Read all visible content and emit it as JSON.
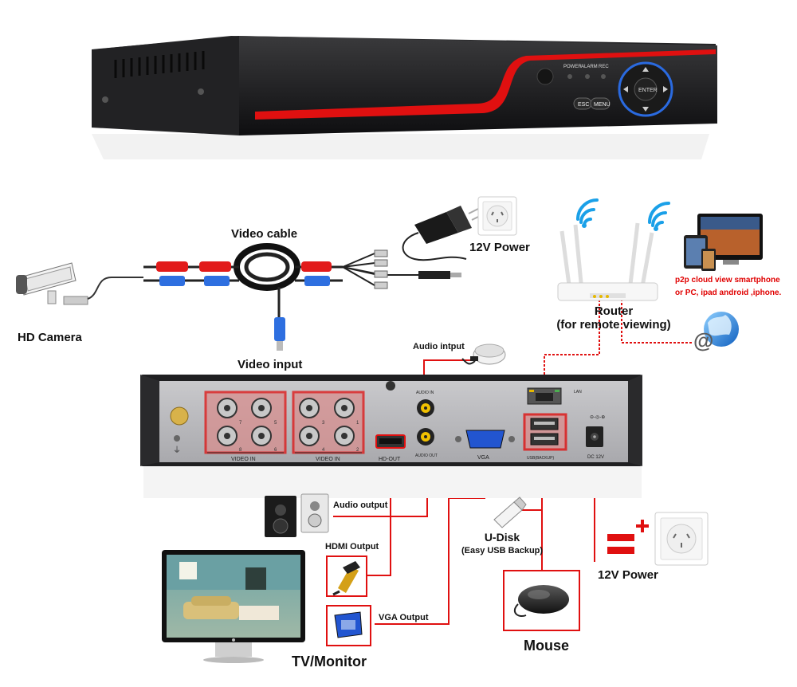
{
  "dvr_front": {
    "indicators": [
      "POWER",
      "ALARM",
      "REC"
    ],
    "enter_label": "ENTER",
    "esc_label": "ESC",
    "menu_label": "MENU"
  },
  "dvr_back": {
    "video_in_label_1": "VIDEO IN",
    "video_in_label_2": "VIDEO IN",
    "channels": [
      "7",
      "5",
      "3",
      "1",
      "8",
      "6",
      "4",
      "2"
    ],
    "audio_in_label": "AUDIO IN",
    "audio_out_label": "AUDIO OUT",
    "hdmi_label": "HD-OUT",
    "vga_label": "VGA",
    "usb_label": "USB(BACKUP)",
    "lan_label": "LAN",
    "dc_label": "DC 12V"
  },
  "labels": {
    "hd_camera": "HD Camera",
    "video_cable": "Video cable",
    "video_input": "Video input",
    "power_top": "12V Power",
    "router_line1": "Router",
    "router_line2": "(for remote viewing)",
    "p2p_line1": "p2p cloud  view smartphone",
    "p2p_line2": "or PC, ipad android ,iphone.",
    "audio_input": "Audio intput",
    "audio_output": "Audio output",
    "hdmi_output": "HDMI Output",
    "vga_output": "VGA Output",
    "udisk_line1": "U-Disk",
    "udisk_line2": "(Easy USB Backup)",
    "power_bottom": "12V Power",
    "mouse": "Mouse",
    "tv_monitor": "TV/Monitor"
  },
  "colors": {
    "accent_red": "#e01010",
    "dvr_body": "#1d1d1f",
    "usb_blue": "#1f5fd8"
  }
}
